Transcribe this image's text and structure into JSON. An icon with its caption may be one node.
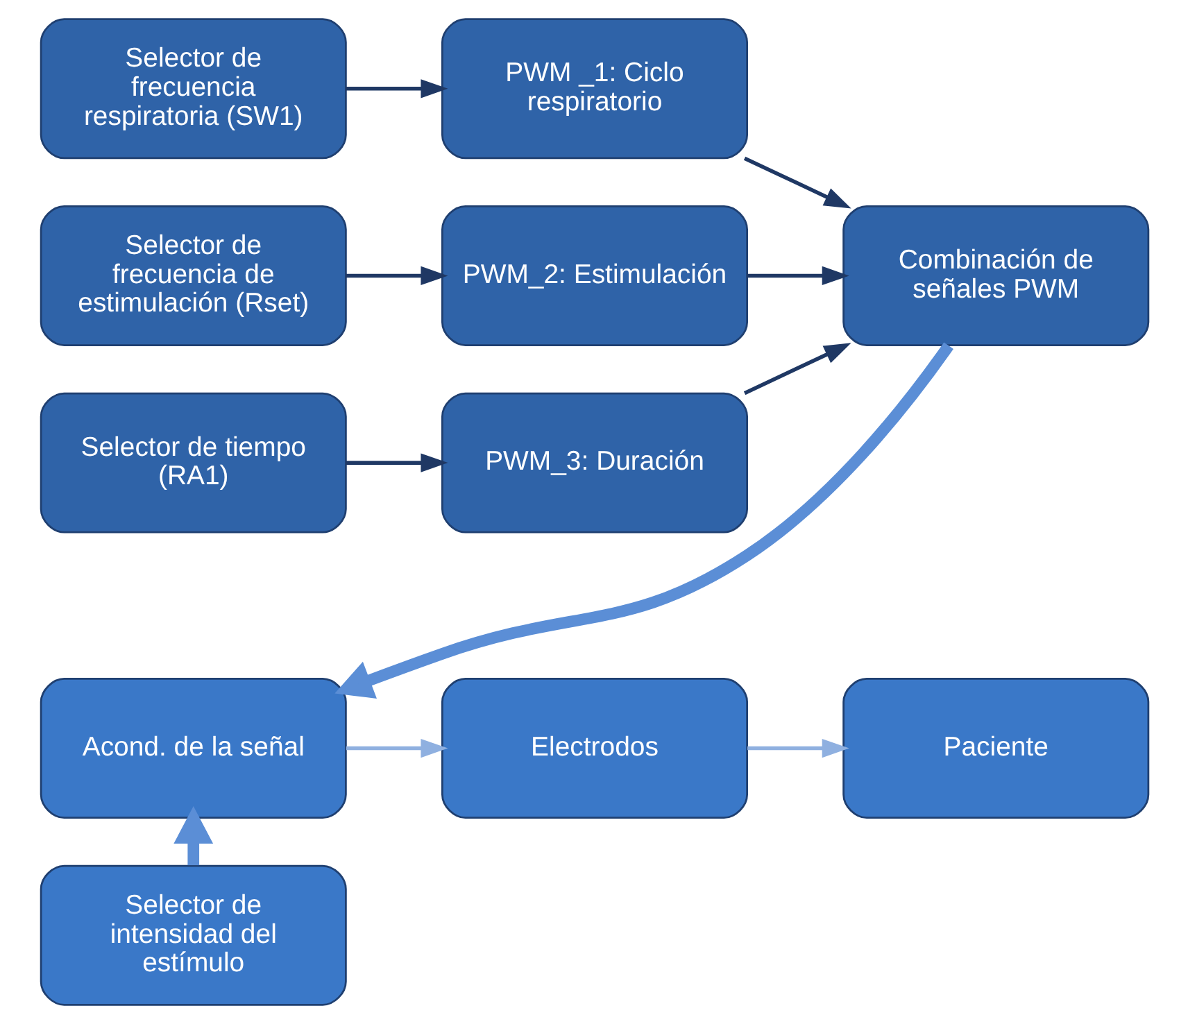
{
  "diagram": {
    "nodes": [
      {
        "text": [
          "Selector de frecuencia respiratoria (SW1)"
        ]
      },
      {
        "text": [
          "PWM _1: Ciclo respiratorio"
        ]
      },
      {
        "text": [
          "Selector de frecuencia de estimulación (Rset)"
        ]
      },
      {
        "text": [
          "PWM_2: Estimulación"
        ]
      },
      {
        "text": [
          "Selector de tiempo (RA1)"
        ]
      },
      {
        "text": [
          "PWM_3: Duración"
        ]
      },
      {
        "text": [
          "Combinación de señales PWM"
        ]
      },
      {
        "text": [
          "Acond. de la señal"
        ]
      },
      {
        "text": [
          "Electrodos"
        ]
      },
      {
        "text": [
          "Paciente"
        ]
      },
      {
        "text": [
          "Selector de intensidad del estímulo"
        ]
      }
    ],
    "edges": [
      {
        "from": 0,
        "to": 1,
        "arrow": "to"
      },
      {
        "from": 2,
        "to": 3,
        "arrow": "to"
      },
      {
        "from": 4,
        "to": 5,
        "arrow": "to"
      },
      {
        "from": 1,
        "to": 6,
        "arrow": "to"
      },
      {
        "from": 3,
        "to": 6,
        "arrow": "to"
      },
      {
        "from": 5,
        "to": 6,
        "arrow": "to"
      },
      {
        "from": 6,
        "to": 7,
        "arrow": "to",
        "style": "thick",
        "color": "#5b8ed6"
      },
      {
        "from": 7,
        "to": 8,
        "arrow": "to",
        "color": "#8fb0e0"
      },
      {
        "from": 8,
        "to": 9,
        "arrow": "to",
        "color": "#8fb0e0"
      },
      {
        "from": 10,
        "to": 7,
        "arrow": "to",
        "style": "thick",
        "color": "#5b8ed6"
      }
    ]
  }
}
